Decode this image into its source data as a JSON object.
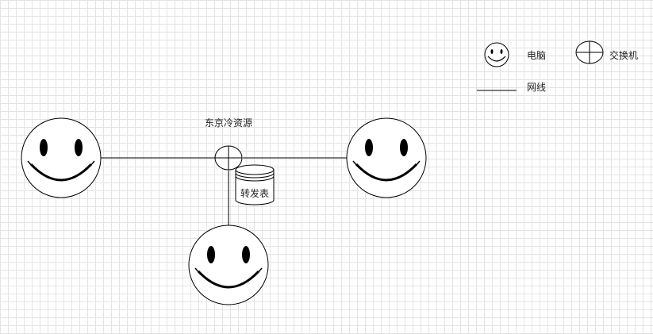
{
  "diagram": {
    "switch_label": "东京冷资源",
    "table_label": "转发表"
  },
  "legend": {
    "computer": "电脑",
    "switch": "交换机",
    "cable": "网线"
  },
  "icons": {
    "computer": "smiley-icon",
    "switch": "circle-cross-icon",
    "table": "cylinder-icon"
  }
}
